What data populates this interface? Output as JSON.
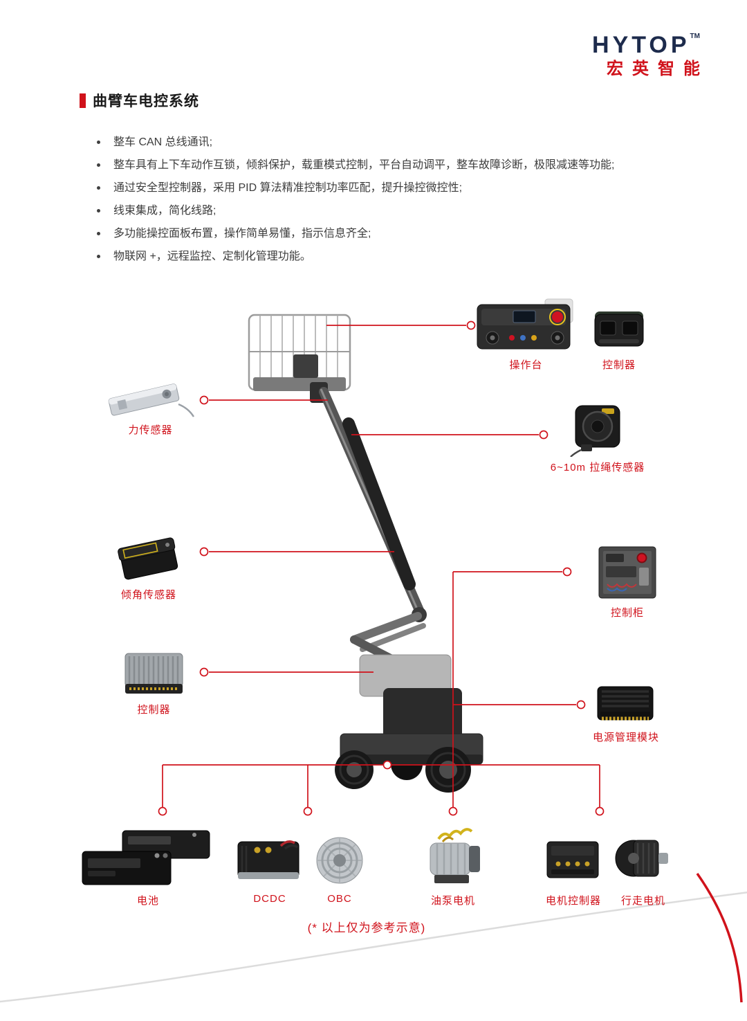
{
  "logo": {
    "brand": "HYTOP",
    "tm": "TM",
    "name": "宏英智能"
  },
  "header": {
    "title": "曲臂车电控系统"
  },
  "features": [
    "整车 CAN 总线通讯;",
    "整车具有上下车动作互锁，倾斜保护，载重模式控制，平台自动调平，整车故障诊断，极限减速等功能;",
    "通过安全型控制器，采用 PID 算法精准控制功率匹配，提升操控微控性;",
    "线束集成，简化线路;",
    "多功能操控面板布置，操作简单易懂，指示信息齐全;",
    "物联网 +，远程监控、定制化管理功能。"
  ],
  "components": {
    "console": "操作台",
    "controller_top": "控制器",
    "force_sensor": "力传感器",
    "rope_sensor": "6~10m 拉绳传感器",
    "tilt_sensor": "倾角传感器",
    "control_cabinet": "控制柜",
    "controller_left": "控制器",
    "power_module": "电源管理模块",
    "battery": "电池",
    "dcdc": "DCDC",
    "obc": "OBC",
    "pump_motor": "油泵电机",
    "motor_controller": "电机控制器",
    "travel_motor": "行走电机"
  },
  "note": "(* 以上仅为参考示意)",
  "colors": {
    "accent_red": "#d0121b",
    "logo_navy": "#1d2b4c"
  }
}
